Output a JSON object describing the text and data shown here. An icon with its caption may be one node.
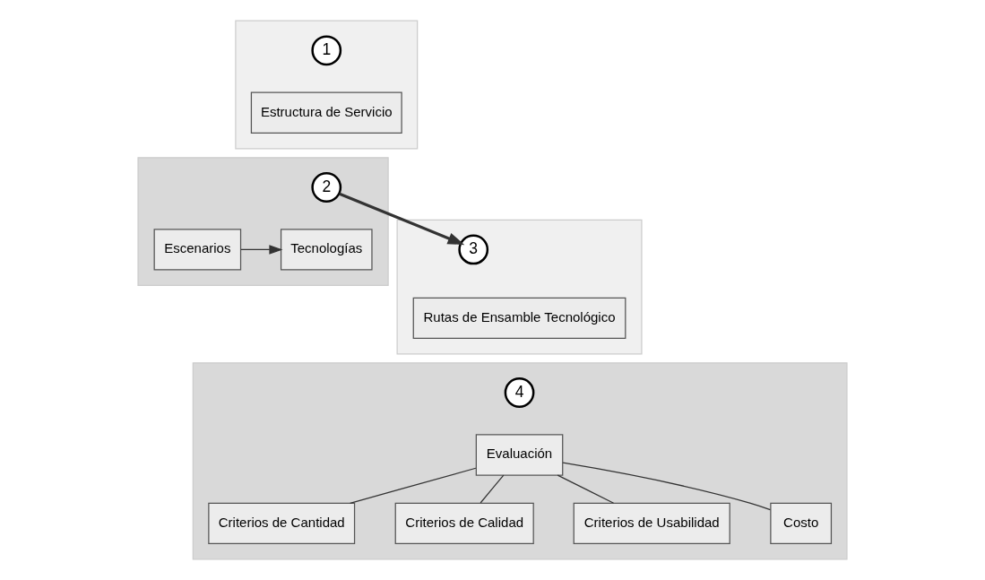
{
  "diagram": {
    "nodes": [
      {
        "text": [],
        "shape": "box"
      },
      {
        "text": [
          "1"
        ],
        "in": 0
      },
      {
        "text": [
          "Estructura de Servicio"
        ],
        "in": 0
      },
      {
        "text": [],
        "shape": "box"
      },
      {
        "text": [
          "2"
        ],
        "in": 3
      },
      {
        "text": [
          "Escenarios"
        ],
        "in": 3
      },
      {
        "text": [
          "Tecnologías"
        ],
        "in": 3
      },
      {
        "text": [],
        "shape": "box"
      },
      {
        "text": [
          "3"
        ],
        "in": 7
      },
      {
        "text": [
          "Rutas de Ensamble Tecnológico"
        ],
        "in": 7
      },
      {
        "text": [],
        "shape": "box"
      },
      {
        "text": [
          "4"
        ],
        "in": 10
      },
      {
        "text": [
          "Evaluación"
        ],
        "in": 10
      },
      {
        "text": [
          "Criterios de Cantidad"
        ],
        "in": 10
      },
      {
        "text": [
          "Criterios de Calidad"
        ],
        "in": 10
      },
      {
        "text": [
          "Criterios de Usabilidad"
        ],
        "in": 10
      },
      {
        "text": [
          "Costo"
        ],
        "in": 10
      }
    ],
    "edges": [
      {
        "from": 5,
        "to": 6,
        "arrow": "to"
      },
      {
        "from": 4,
        "to": 8,
        "arrow": "to",
        "style": "thick"
      },
      {
        "from": 12,
        "to": 13,
        "arrow": "none"
      },
      {
        "from": 12,
        "to": 14,
        "arrow": "none"
      },
      {
        "from": 12,
        "to": 15,
        "arrow": "none"
      },
      {
        "from": 12,
        "to": 16,
        "arrow": "none"
      }
    ]
  }
}
